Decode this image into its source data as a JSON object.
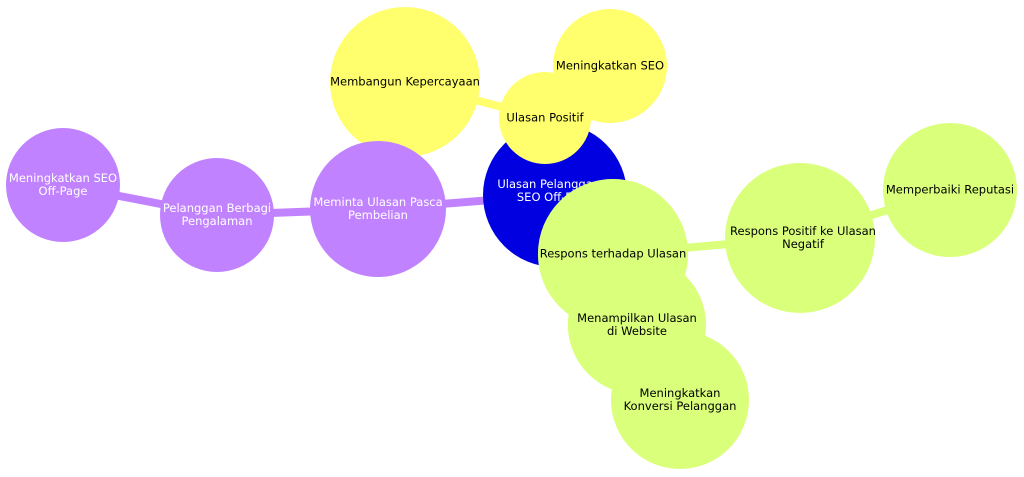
{
  "colors": {
    "center": "#0000e0",
    "yellow": "#ffff6e",
    "green": "#d9ff7b",
    "purple": "#c182ff"
  },
  "nodes": {
    "center": "Ulasan Pelanggan & SEO Off-Page",
    "positive_reviews": "Ulasan Positif",
    "build_trust": "Membangun Kepercayaan",
    "improve_seo": "Meningkatkan SEO",
    "request_reviews": "Meminta Ulasan Pasca Pembelian",
    "customers_share": "Pelanggan Berbagi Pengalaman",
    "improve_seo_offpage": "Meningkatkan SEO Off-Page",
    "respond_reviews": "Respons terhadap Ulasan",
    "positive_response_negative": "Respons Positif ke Ulasan Negatif",
    "fix_reputation": "Memperbaiki Reputasi",
    "show_reviews_website": "Menampilkan Ulasan di Website",
    "increase_conversion": "Meningkatkan Konversi Pelanggan"
  }
}
